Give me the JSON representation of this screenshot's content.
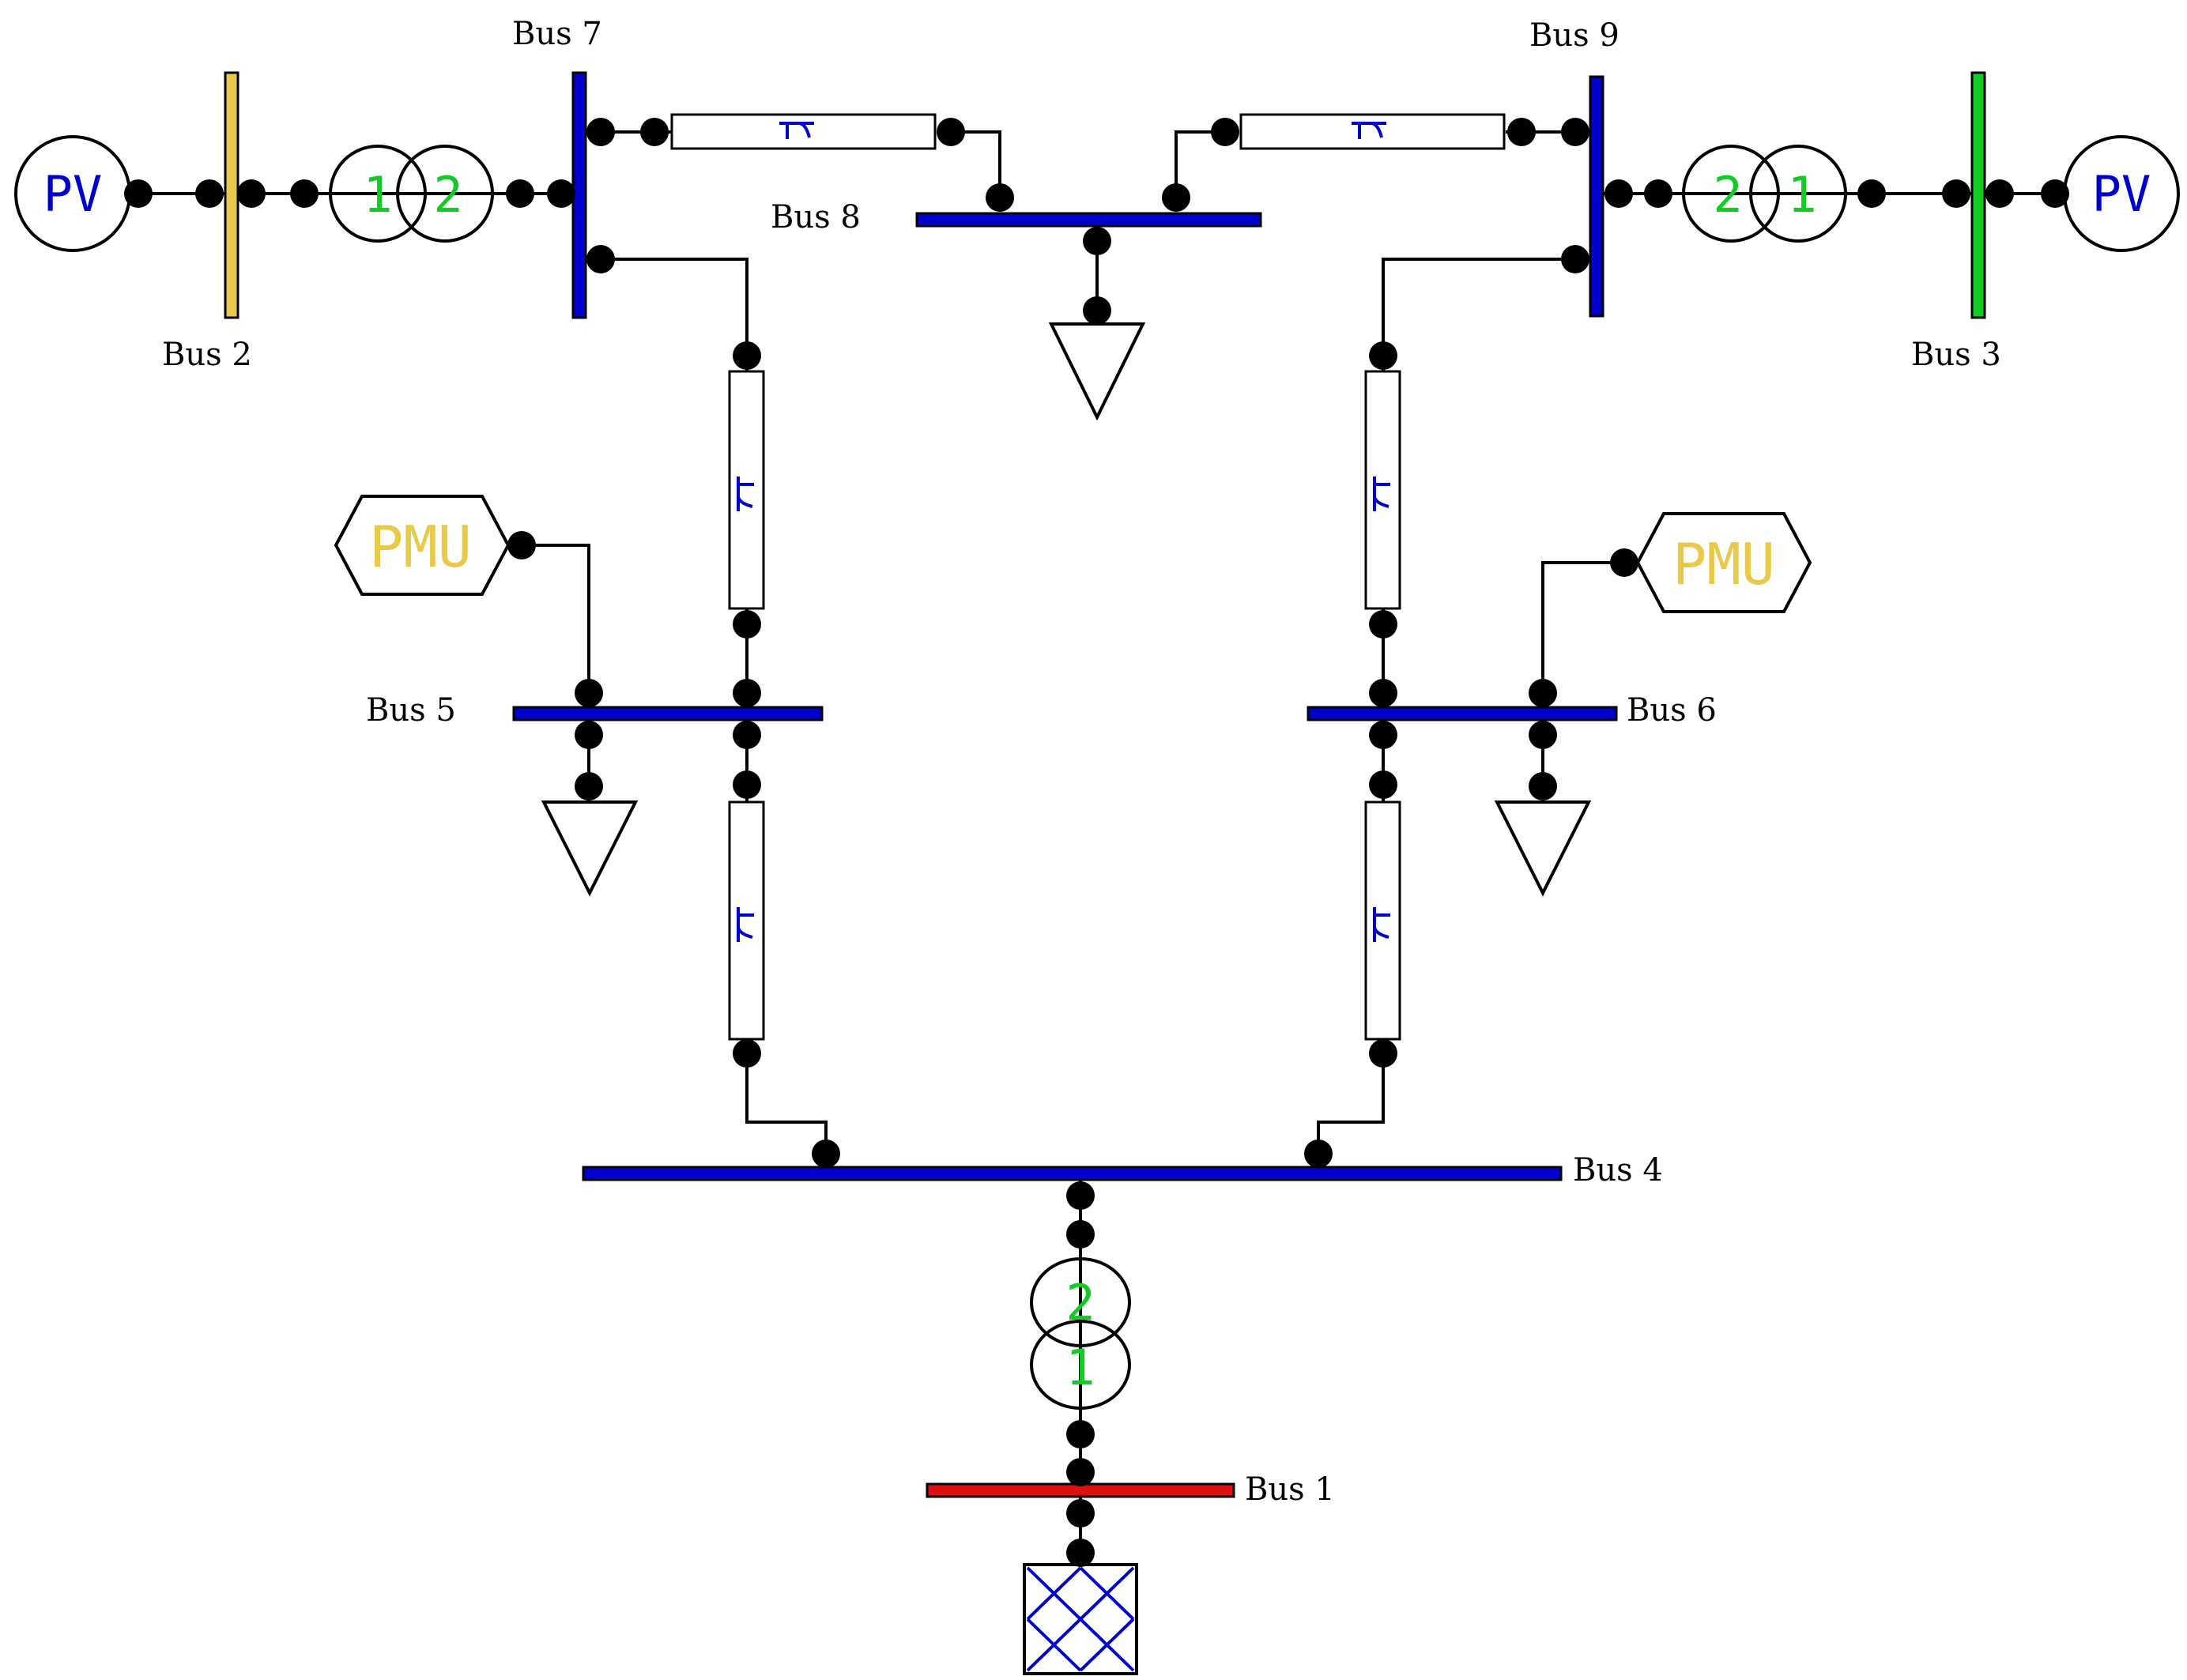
{
  "buses": {
    "bus1": "Bus 1",
    "bus2": "Bus 2",
    "bus3": "Bus 3",
    "bus4": "Bus 4",
    "bus5": "Bus 5",
    "bus6": "Bus 6",
    "bus7": "Bus 7",
    "bus8": "Bus 8",
    "bus9": "Bus 9"
  },
  "generators": {
    "left": "PV",
    "right": "PV"
  },
  "pmus": {
    "left": "PMU",
    "right": "PMU"
  },
  "transformers": {
    "left": {
      "winding_a": "1",
      "winding_b": "2"
    },
    "right": {
      "winding_a": "2",
      "winding_b": "1"
    },
    "bottom": {
      "winding_a": "2",
      "winding_b": "1"
    }
  },
  "colors": {
    "bus_blue": "#0000cc",
    "bus2_yellow": "#e8c94a",
    "bus3_green": "#11cc22",
    "bus1_red": "#dd1111",
    "pv_text": "#0000cc",
    "pmu_text": "#e8c94a",
    "transformer_text": "#11cc22",
    "line_symbol": "#0000cc"
  }
}
